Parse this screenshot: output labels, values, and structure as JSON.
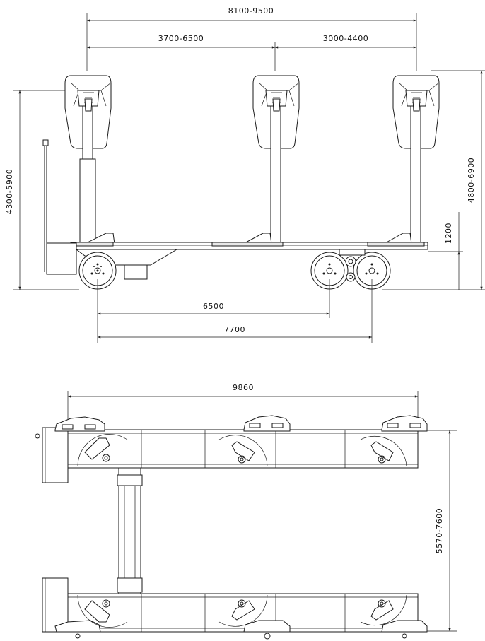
{
  "side_view": {
    "dimensions": {
      "overall_width_range": "8100-9500",
      "left_span_range": "3700-6500",
      "right_span_range": "3000-4400",
      "left_height_range": "4300-5900",
      "right_height_range": "4800-6900",
      "platform_height": "1200",
      "axle_distance_1": "6500",
      "axle_distance_2": "7700"
    }
  },
  "top_view": {
    "dimensions": {
      "overall_length": "9860",
      "overall_width_range": "5570-7600"
    }
  }
}
